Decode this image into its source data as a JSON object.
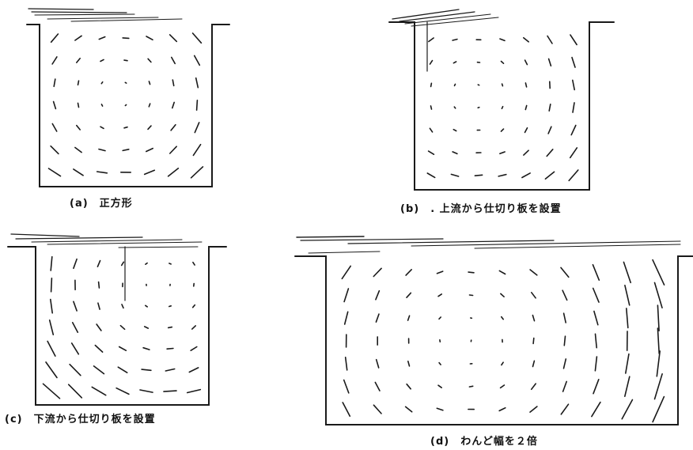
{
  "panels": [
    {
      "id": "a",
      "label": "(a)",
      "caption": "正方形"
    },
    {
      "id": "b",
      "label": "(b)",
      "caption": ". 上流から仕切り板を設置"
    },
    {
      "id": "c",
      "label": "(c)",
      "caption": "下流から仕切り板を設置"
    },
    {
      "id": "d",
      "label": "(d)",
      "caption": "わんど幅を２倍"
    }
  ]
}
